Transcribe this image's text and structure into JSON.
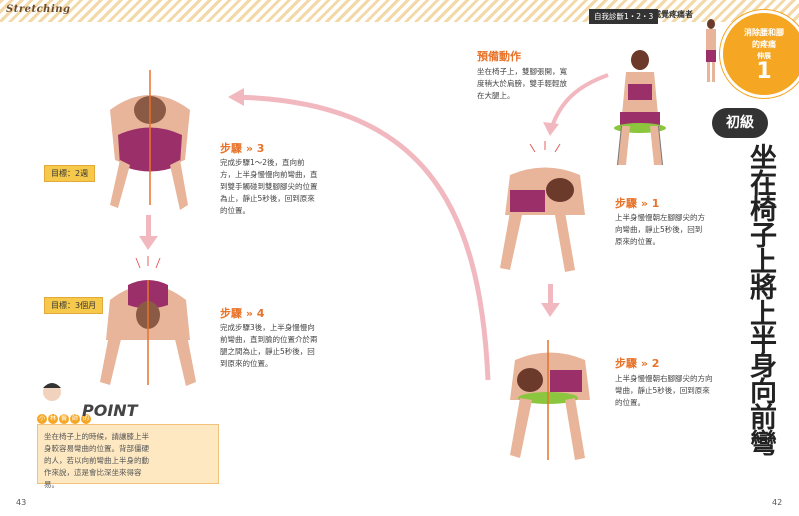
{
  "header": {
    "brand": "Stretching",
    "tag_a": "自我診斷1・2・3",
    "tag_b": "威覺疼痛者"
  },
  "badge": {
    "line1": "消除腰和腳",
    "line2": "的疼痛",
    "line3": "伸展",
    "number": "1"
  },
  "level": "初級",
  "title": "坐在椅子上將上半身向前彎",
  "prep": {
    "title": "預備動作",
    "text": "坐在椅子上，雙腳張開，寬度稍大於肩膀，雙手輕輕放在大腿上。"
  },
  "step1": {
    "title": "步驟 » 1",
    "text": "上半身慢慢朝左腳腳尖的方向彎曲，靜止5秒後，回到原來的位置。"
  },
  "step2": {
    "title": "步驟 » 2",
    "text": "上半身慢慢朝右腳腳尖的方向彎曲，靜止5秒後，回到原來的位置。"
  },
  "step3": {
    "title": "步驟 » 3",
    "text": "完成步驟1～2後，直向前方，上半身慢慢向前彎曲，直到雙手觸碰到雙腳腳尖的位置為止，靜止5秒後，回到原來的位置。",
    "goal": "目標：2週"
  },
  "step4": {
    "title": "步驟 » 4",
    "text": "完成步驟3後，上半身慢慢向前彎曲，直到臉的位置介於兩腿之間為止，靜止5秒後，回到原來的位置。",
    "goal": "目標：3個月"
  },
  "point": {
    "label": "POINT",
    "dots": [
      "小",
      "林",
      "醫",
      "師",
      "的"
    ],
    "text": "坐在椅子上的時候，請讓膝上半身較容易彎曲的位置。背部僵硬的人，若以向前彎曲上半身的動作來說，這是會比深坐來得容易。"
  },
  "pages": {
    "left": "43",
    "right": "42"
  }
}
